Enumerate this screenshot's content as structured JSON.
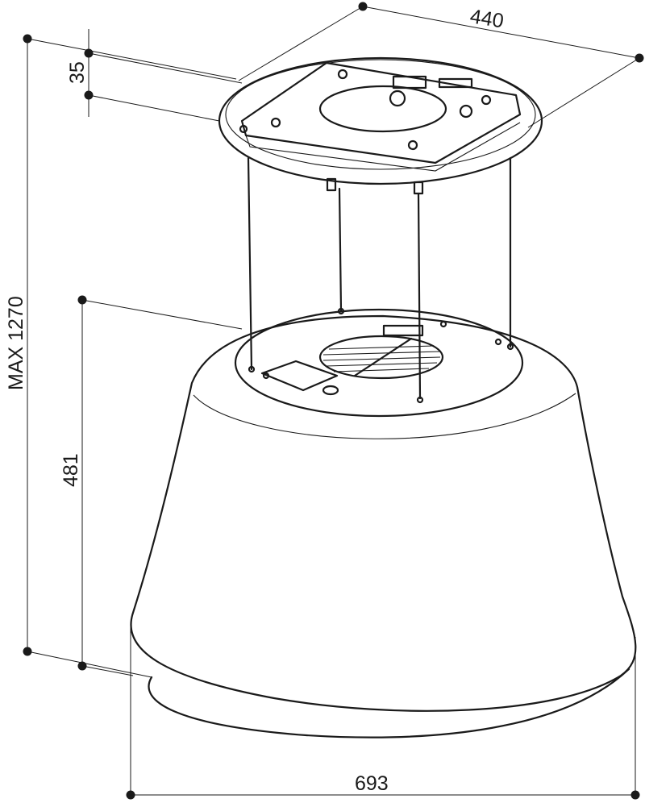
{
  "dimensions": {
    "top_width": "440",
    "mount_height": "35",
    "max_height": "MAX 1270",
    "body_height": "481",
    "bottom_width": "693"
  },
  "colors": {
    "line": "#1a1a1a",
    "background": "#ffffff"
  }
}
